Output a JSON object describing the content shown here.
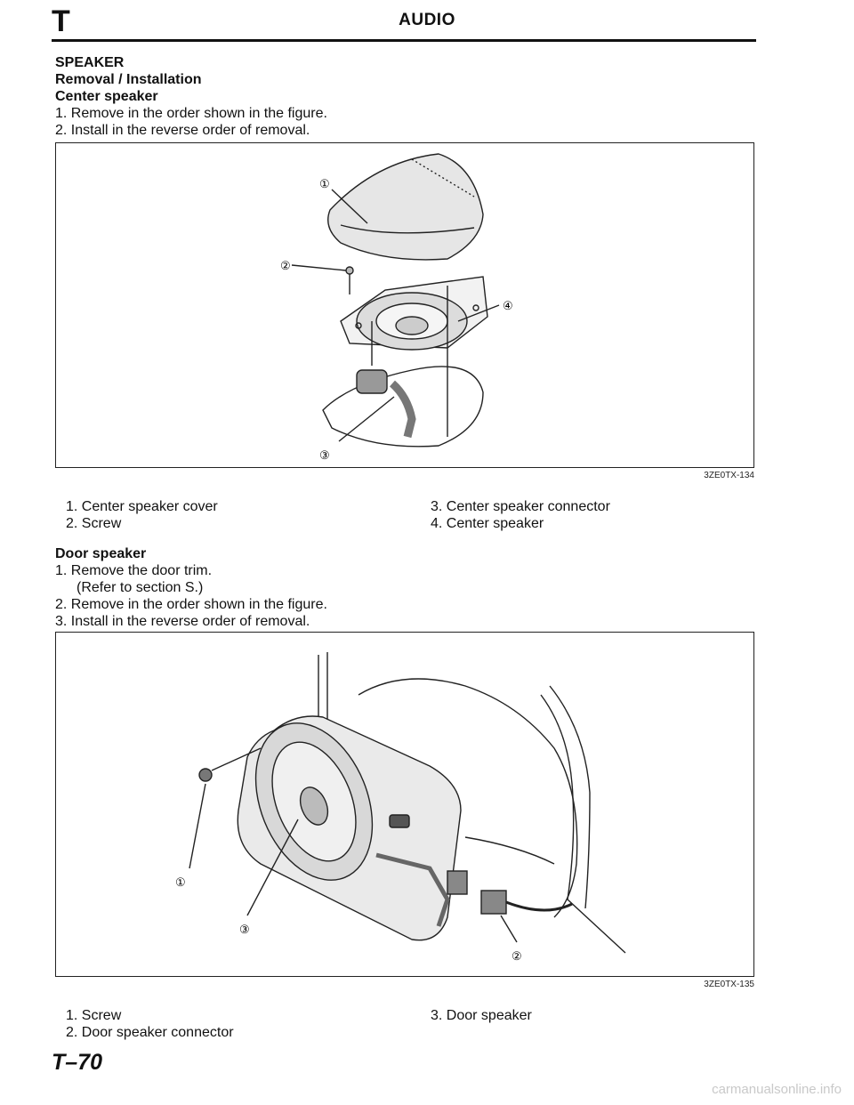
{
  "header": {
    "section_letter": "T",
    "section_title": "AUDIO"
  },
  "speaker": {
    "title": "SPEAKER",
    "subtitle": "Removal / Installation",
    "center": {
      "heading": "Center speaker",
      "steps": [
        "1. Remove in the order shown in the figure.",
        "2. Install in the reverse order of removal."
      ],
      "figure_code": "3ZE0TX-134",
      "legend": [
        "1. Center speaker cover",
        "2. Screw",
        "3. Center speaker connector",
        "4. Center speaker"
      ]
    },
    "door": {
      "heading": "Door speaker",
      "steps": [
        "1. Remove the door trim.",
        "(Refer to section S.)",
        "2. Remove in the order shown in the figure.",
        "3. Install in the reverse order of removal."
      ],
      "figure_code": "3ZE0TX-135",
      "legend": [
        "1. Screw",
        "2. Door speaker connector",
        "3. Door speaker"
      ]
    }
  },
  "callouts": [
    "①",
    "②",
    "③",
    "④"
  ],
  "page_number": "T–70",
  "watermark": "carmanualsonline.info"
}
